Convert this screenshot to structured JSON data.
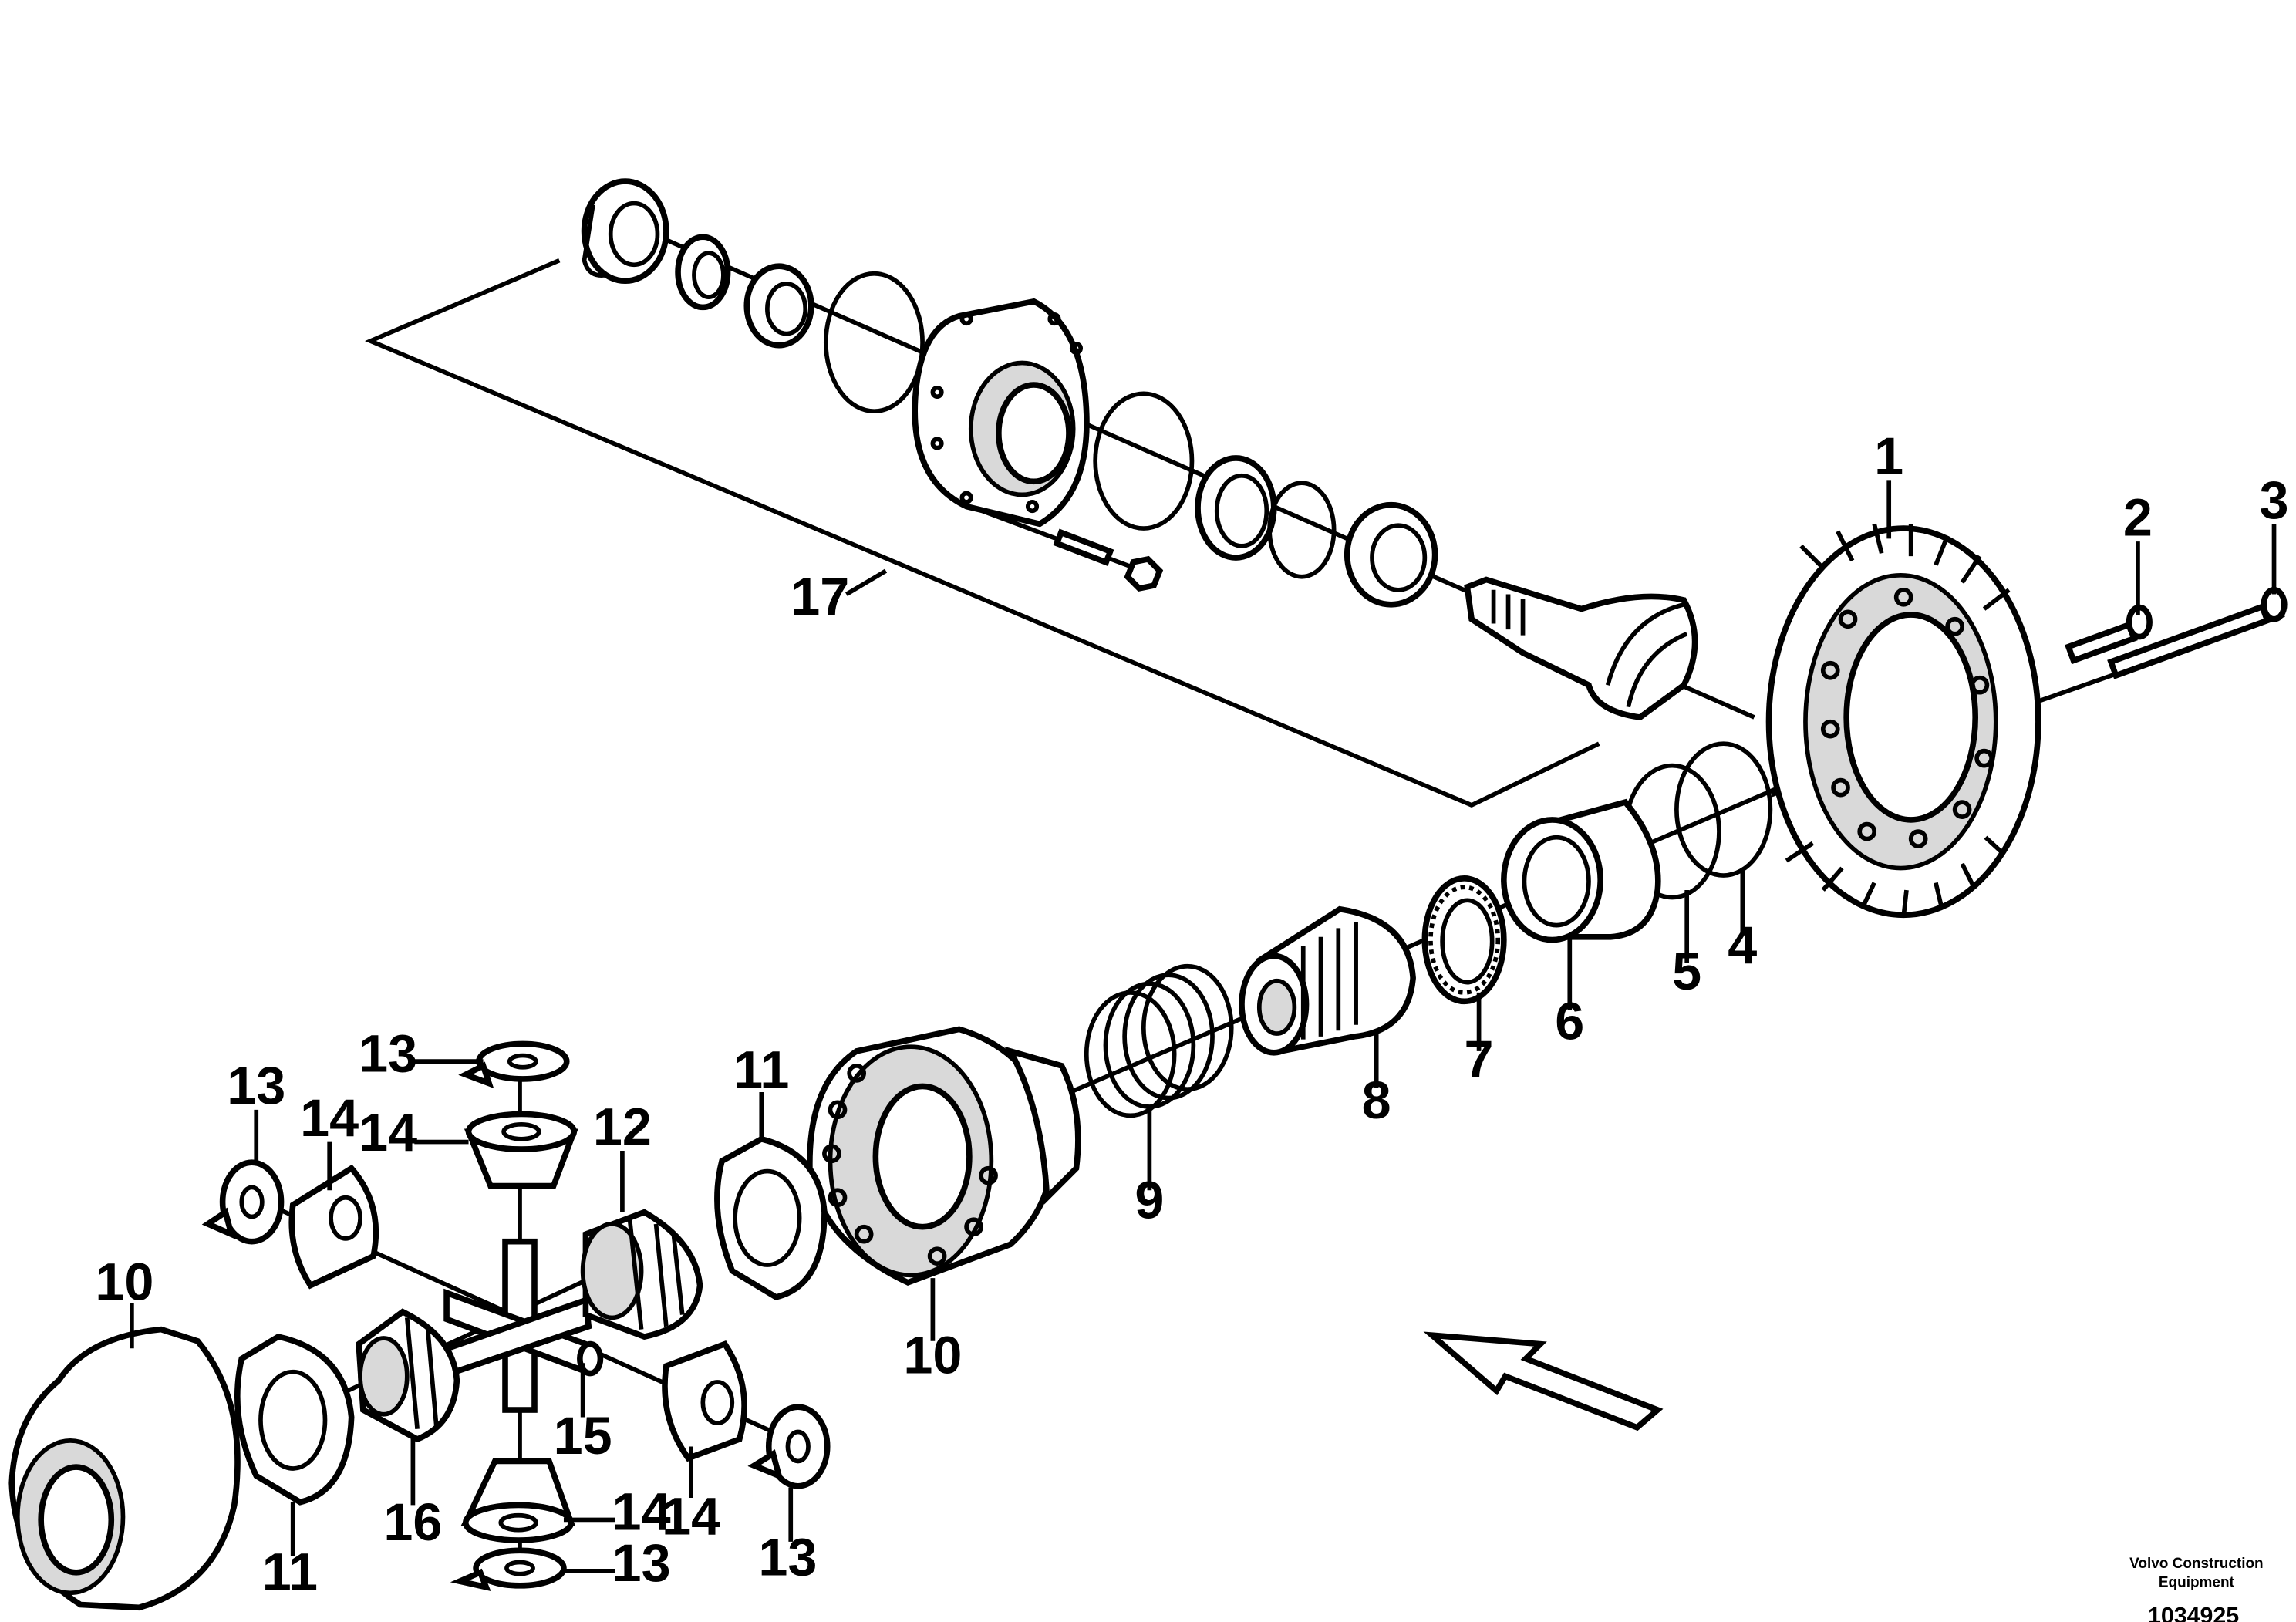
{
  "diagram": {
    "callouts": [
      {
        "id": "c1",
        "label": "1"
      },
      {
        "id": "c2",
        "label": "2"
      },
      {
        "id": "c3",
        "label": "3"
      },
      {
        "id": "c4",
        "label": "4"
      },
      {
        "id": "c5",
        "label": "5"
      },
      {
        "id": "c6",
        "label": "6"
      },
      {
        "id": "c7",
        "label": "7"
      },
      {
        "id": "c8",
        "label": "8"
      },
      {
        "id": "c9",
        "label": "9"
      },
      {
        "id": "c10a",
        "label": "10"
      },
      {
        "id": "c10b",
        "label": "10"
      },
      {
        "id": "c11a",
        "label": "11"
      },
      {
        "id": "c11b",
        "label": "11"
      },
      {
        "id": "c12",
        "label": "12"
      },
      {
        "id": "c13a",
        "label": "13"
      },
      {
        "id": "c13b",
        "label": "13"
      },
      {
        "id": "c13c",
        "label": "13"
      },
      {
        "id": "c13d",
        "label": "13"
      },
      {
        "id": "c14a",
        "label": "14"
      },
      {
        "id": "c14b",
        "label": "14"
      },
      {
        "id": "c14c",
        "label": "14"
      },
      {
        "id": "c14d",
        "label": "14"
      },
      {
        "id": "c15",
        "label": "15"
      },
      {
        "id": "c16",
        "label": "16"
      },
      {
        "id": "c17",
        "label": "17"
      }
    ],
    "credit_line1": "Volvo Construction",
    "credit_line2": "Equipment",
    "document_number": "1034925"
  }
}
